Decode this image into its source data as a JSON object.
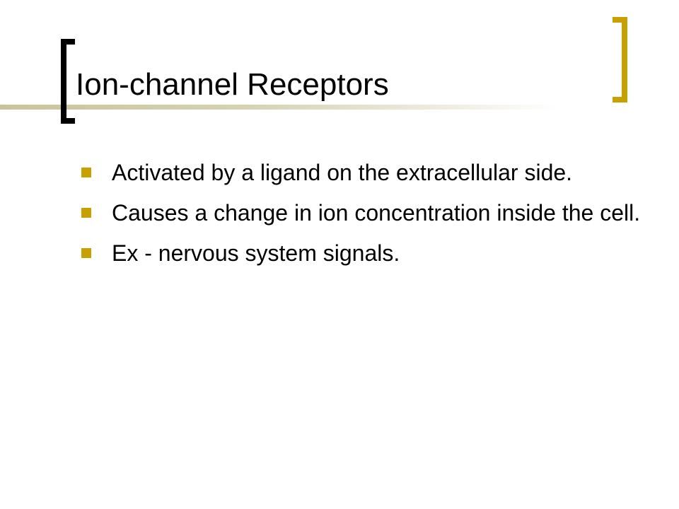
{
  "slide": {
    "title": "Ion-channel Receptors",
    "bullets": [
      {
        "text": "Activated by a ligand on the extracellular side."
      },
      {
        "text": "Causes a change in ion concentration inside the cell."
      },
      {
        "text": "Ex - nervous system signals."
      }
    ]
  },
  "colors": {
    "accent": "#c8a000",
    "left_bracket": "#000000",
    "text": "#000000",
    "background": "#ffffff"
  }
}
